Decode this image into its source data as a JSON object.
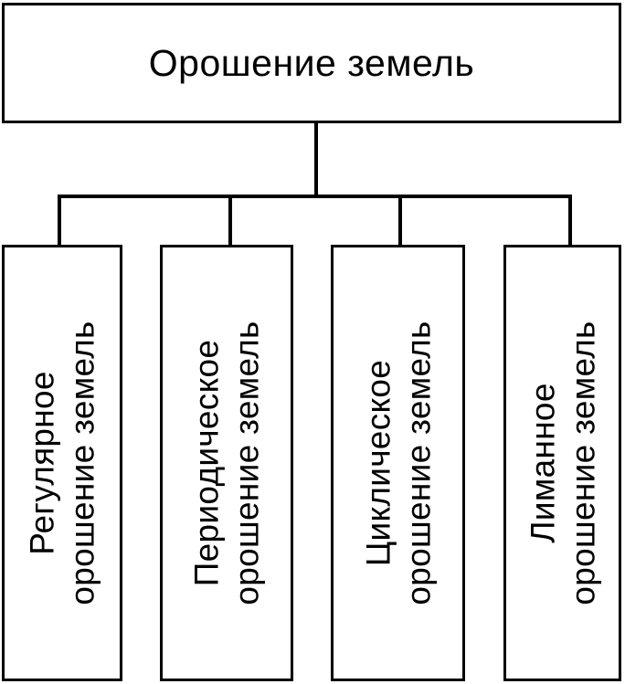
{
  "diagram": {
    "type": "hierarchy-tree",
    "orientation": "top-down",
    "root": {
      "label": "Орошение земель"
    },
    "children": [
      {
        "id": "regular",
        "line1": "Регулярное",
        "line2": "орошение земель",
        "full_label": "Регулярное орошение земель",
        "text_orientation": "vertical-bottom-to-top"
      },
      {
        "id": "periodic",
        "line1": "Периодическое",
        "line2": "орошение земель",
        "full_label": "Периодическое орошение земель",
        "text_orientation": "vertical-bottom-to-top"
      },
      {
        "id": "cyclic",
        "line1": "Циклическое",
        "line2": "орошение земель",
        "full_label": "Циклическое орошение земель",
        "text_orientation": "vertical-bottom-to-top"
      },
      {
        "id": "liman",
        "line1": "Лиманное",
        "line2": "орошение земель",
        "full_label": "Лиманное орошение земель",
        "text_orientation": "vertical-bottom-to-top"
      }
    ],
    "style": {
      "line_color": "#000000",
      "box_fill": "#ffffff",
      "text_color": "#000000",
      "background": "#ffffff"
    }
  }
}
